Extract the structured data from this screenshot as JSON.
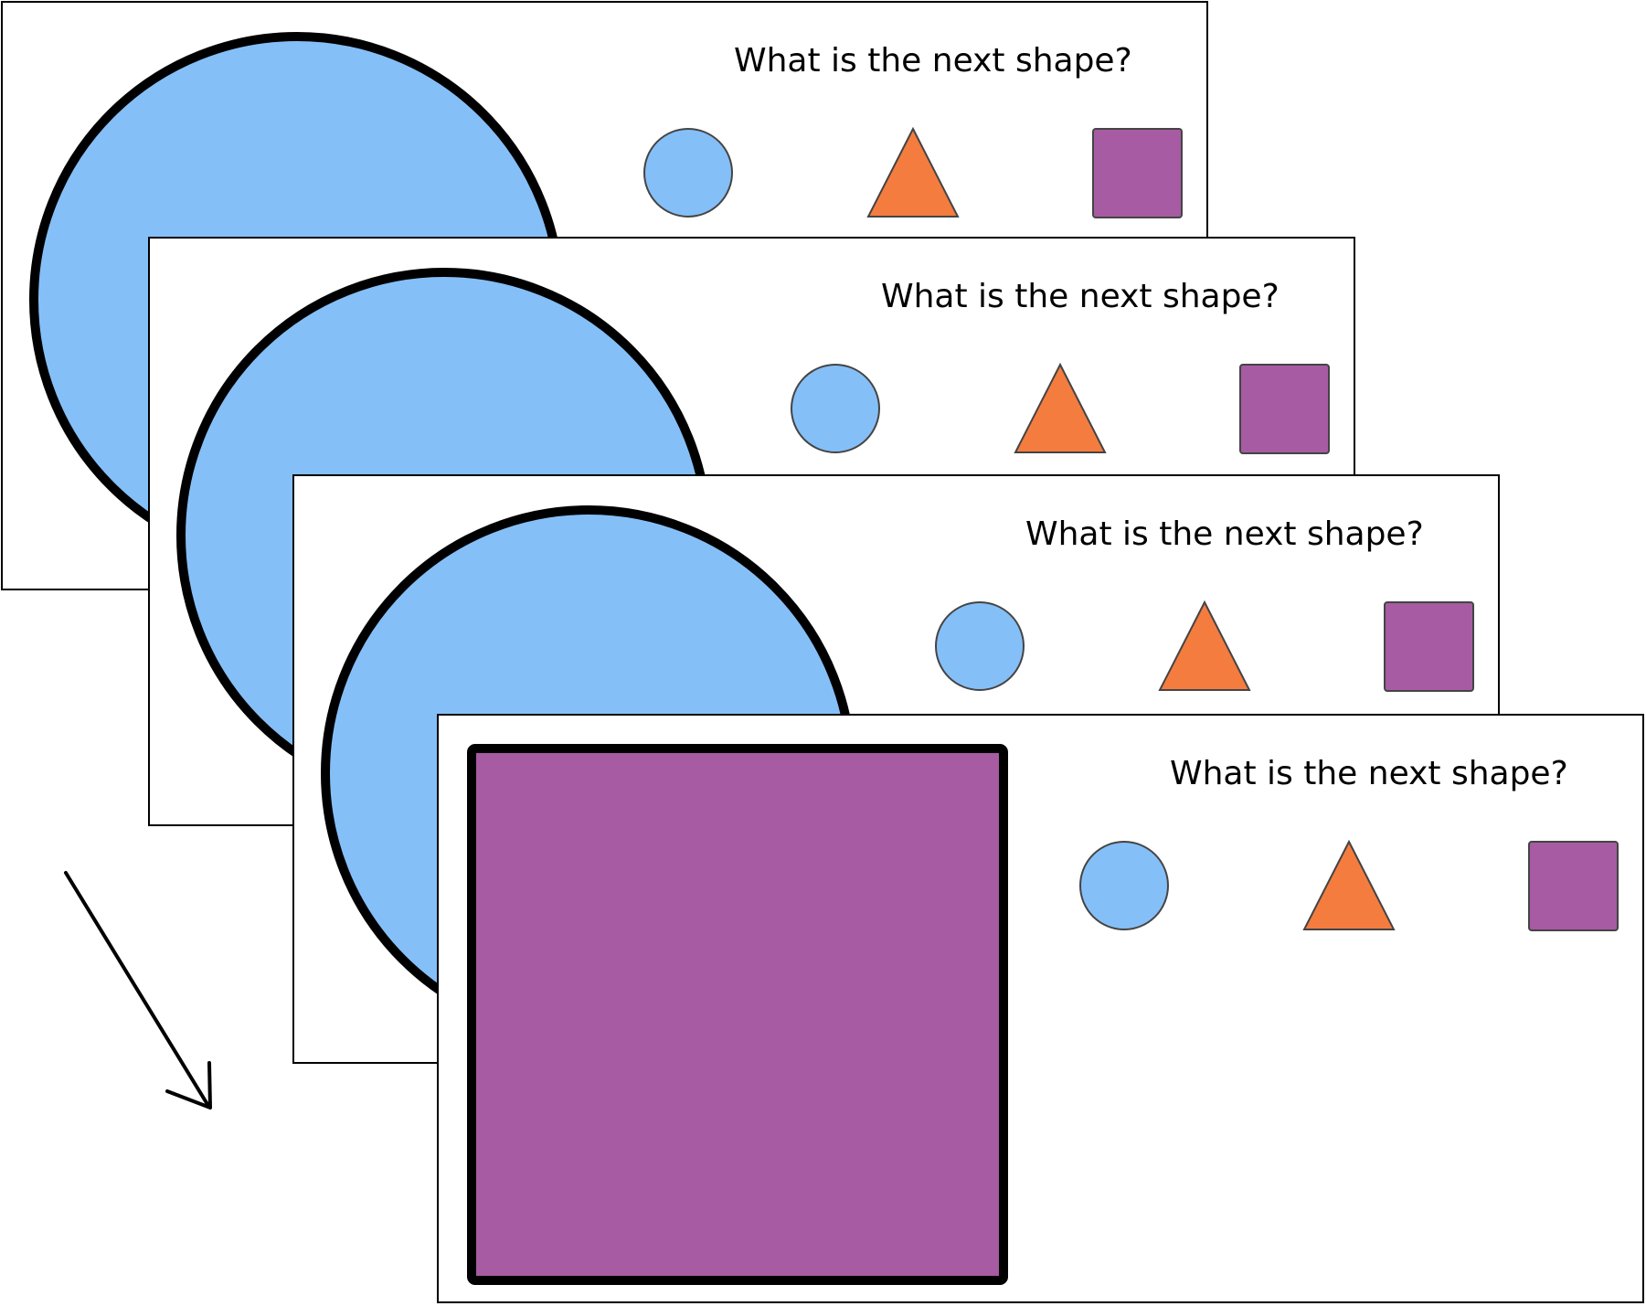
{
  "colors": {
    "circle": "#85bff7",
    "triangle": "#f57c3f",
    "square": "#a75ba3",
    "outline": "#000000"
  },
  "frames": [
    {
      "question": "What is the next shape?",
      "main_shape": "circle",
      "options": [
        "circle-icon",
        "triangle-icon",
        "square-icon"
      ]
    },
    {
      "question": "What is the next shape?",
      "main_shape": "circle",
      "options": [
        "circle-icon",
        "triangle-icon",
        "square-icon"
      ]
    },
    {
      "question": "What is the next shape?",
      "main_shape": "circle",
      "options": [
        "circle-icon",
        "triangle-icon",
        "square-icon"
      ]
    },
    {
      "question": "What is the next shape?",
      "main_shape": "square",
      "options": [
        "circle-icon",
        "triangle-icon",
        "square-icon"
      ]
    }
  ],
  "direction_icon": "arrow-down-right-icon"
}
